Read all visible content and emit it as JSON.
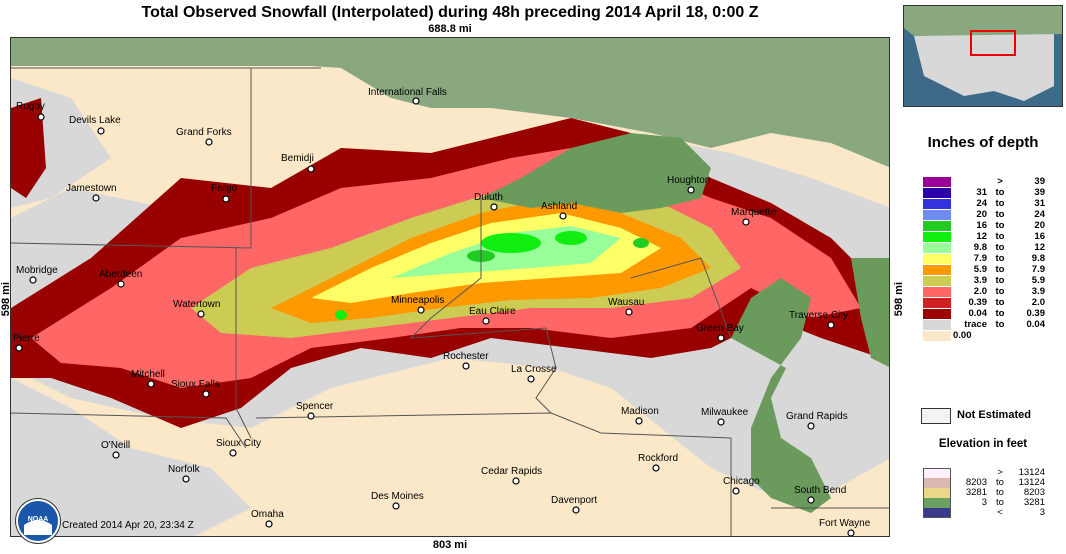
{
  "title": "Total Observed Snowfall (Interpolated) during 48h preceding 2014 April 18, 0:00 Z",
  "scale_top": "688.8 mi",
  "scale_bottom": "803 mi",
  "scale_left": "598 mi",
  "scale_right": "598 mi",
  "created": "Created 2014 Apr 20, 23:34 Z",
  "agency_logo": "NOAA",
  "cities": {
    "rugby": "Rugby",
    "devils_lake": "Devils Lake",
    "grand_forks": "Grand Forks",
    "international_falls": "International Falls",
    "bemidji": "Bemidji",
    "jamestown": "Jamestown",
    "fargo": "Fargo",
    "duluth": "Duluth",
    "ashland": "Ashland",
    "houghton": "Houghton",
    "marquette": "Marquette",
    "mobridge": "Mobridge",
    "aberdeen": "Aberdeen",
    "watertown": "Watertown",
    "minneapolis": "Minneapolis",
    "eau_claire": "Eau Claire",
    "wausau": "Wausau",
    "green_bay": "Green Bay",
    "traverse_city": "Traverse City",
    "pierre": "Pierre",
    "rochester": "Rochester",
    "la_crosse": "La Crosse",
    "mitchell": "Mitchell",
    "sioux_falls": "Sioux Falls",
    "spencer": "Spencer",
    "madison": "Madison",
    "milwaukee": "Milwaukee",
    "grand_rapids": "Grand Rapids",
    "oneill": "O'Neill",
    "sioux_city": "Sioux City",
    "norfolk": "Norfolk",
    "rockford": "Rockford",
    "cedar_rapids": "Cedar Rapids",
    "chicago": "Chicago",
    "south_bend": "South Bend",
    "des_moines": "Des Moines",
    "davenport": "Davenport",
    "omaha": "Omaha",
    "fort_wayne": "Fort Wayne"
  },
  "legend": {
    "title": "Inches of depth",
    "classes": [
      {
        "low": "",
        "mid": ">",
        "high": "39",
        "color": "#990099"
      },
      {
        "low": "31",
        "mid": "to",
        "high": "39",
        "color": "#2a00a8"
      },
      {
        "low": "24",
        "mid": "to",
        "high": "31",
        "color": "#3333dd"
      },
      {
        "low": "20",
        "mid": "to",
        "high": "24",
        "color": "#6e8bf0"
      },
      {
        "low": "16",
        "mid": "to",
        "high": "20",
        "color": "#22cc22"
      },
      {
        "low": "12",
        "mid": "to",
        "high": "16",
        "color": "#11ee11"
      },
      {
        "low": "9.8",
        "mid": "to",
        "high": "12",
        "color": "#99ff99"
      },
      {
        "low": "7.9",
        "mid": "to",
        "high": "9.8",
        "color": "#ffff66"
      },
      {
        "low": "5.9",
        "mid": "to",
        "high": "7.9",
        "color": "#ff9900"
      },
      {
        "low": "3.9",
        "mid": "to",
        "high": "5.9",
        "color": "#cccc55"
      },
      {
        "low": "2.0",
        "mid": "to",
        "high": "3.9",
        "color": "#ff6666"
      },
      {
        "low": "0.39",
        "mid": "to",
        "high": "2.0",
        "color": "#cc2222"
      },
      {
        "low": "0.04",
        "mid": "to",
        "high": "0.39",
        "color": "#990000"
      },
      {
        "low": "trace",
        "mid": "to",
        "high": "0.04",
        "color": "#d8d8d8"
      },
      {
        "low": "0.00",
        "mid": "",
        "high": "",
        "color": "#fbe8c8"
      }
    ],
    "not_estimated": "Not Estimated",
    "elevation_title": "Elevation in feet",
    "elevation_classes": [
      {
        "low": "",
        "mid": ">",
        "high": "13124",
        "color": "#fff0ff"
      },
      {
        "low": "8203",
        "mid": "to",
        "high": "13124",
        "color": "#d8b8b0"
      },
      {
        "low": "3281",
        "mid": "to",
        "high": "8203",
        "color": "#e8d888"
      },
      {
        "low": "3",
        "mid": "to",
        "high": "3281",
        "color": "#6aa060"
      },
      {
        "low": "",
        "mid": "<",
        "high": "3",
        "color": "#3a3a8a"
      }
    ]
  },
  "colors": {
    "lake": "#6b9b5c",
    "canada": "#8aa880",
    "us_land": "#fbe8c8",
    "trace": "#d8d8d8",
    "inset_marker": "#ee0000"
  }
}
